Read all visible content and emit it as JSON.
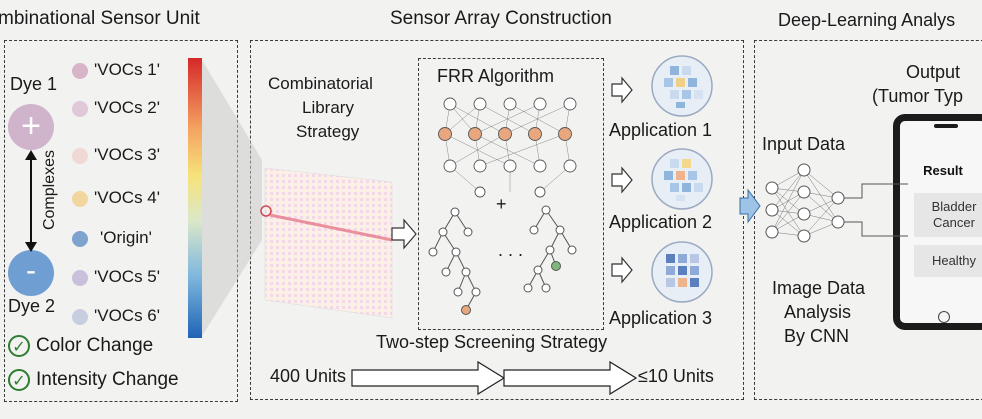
{
  "titles": {
    "sensor_unit": "mbinational Sensor Unit",
    "array": "Sensor Array Construction",
    "deep": "Deep-Learning Analys"
  },
  "sensor_unit": {
    "dye1": "Dye 1",
    "dye2": "Dye 2",
    "complexes": "Complexes",
    "plus": "+",
    "minus": "-",
    "items": [
      {
        "label": "'VOCs 1'",
        "color": "#d8b4c8"
      },
      {
        "label": "'VOCs 2'",
        "color": "#e0c8d8"
      },
      {
        "label": "'VOCs 3'",
        "color": "#efd8d6"
      },
      {
        "label": "'VOCs 4'",
        "color": "#f1d69e"
      },
      {
        "label": "'Origin'",
        "color": "#7fa3cf"
      },
      {
        "label": "'VOCs 5'",
        "color": "#c9c0dc"
      },
      {
        "label": "'VOCs 6'",
        "color": "#c9cde0"
      }
    ],
    "checks": [
      "Color Change",
      "Intensity Change"
    ]
  },
  "array": {
    "strategy": [
      "Combinatorial",
      "Library",
      "Strategy"
    ],
    "frr": "FRR Algorithm",
    "plus": "+",
    "dots": ". . .",
    "applications": [
      "Application 1",
      "Application 2",
      "Application 3"
    ],
    "two_step": "Two-step Screening Strategy",
    "units_start": "400 Units",
    "units_end": "≤10 Units"
  },
  "deep": {
    "output": [
      "Output",
      "(Tumor Typ"
    ],
    "input": "Input Data",
    "analysis": [
      "Image Data",
      "Analysis",
      "By CNN"
    ],
    "phone": {
      "result": "Result",
      "cancer": [
        "Bladder",
        "Cancer"
      ],
      "healthy": "Healthy"
    }
  },
  "colors": {
    "plus_circle": "#cfb4cc",
    "minus_circle": "#6f9ed2",
    "check": "#2e7d32",
    "node_highlight": "#e8a77e",
    "arrow_blue": "#9dc3e6"
  }
}
